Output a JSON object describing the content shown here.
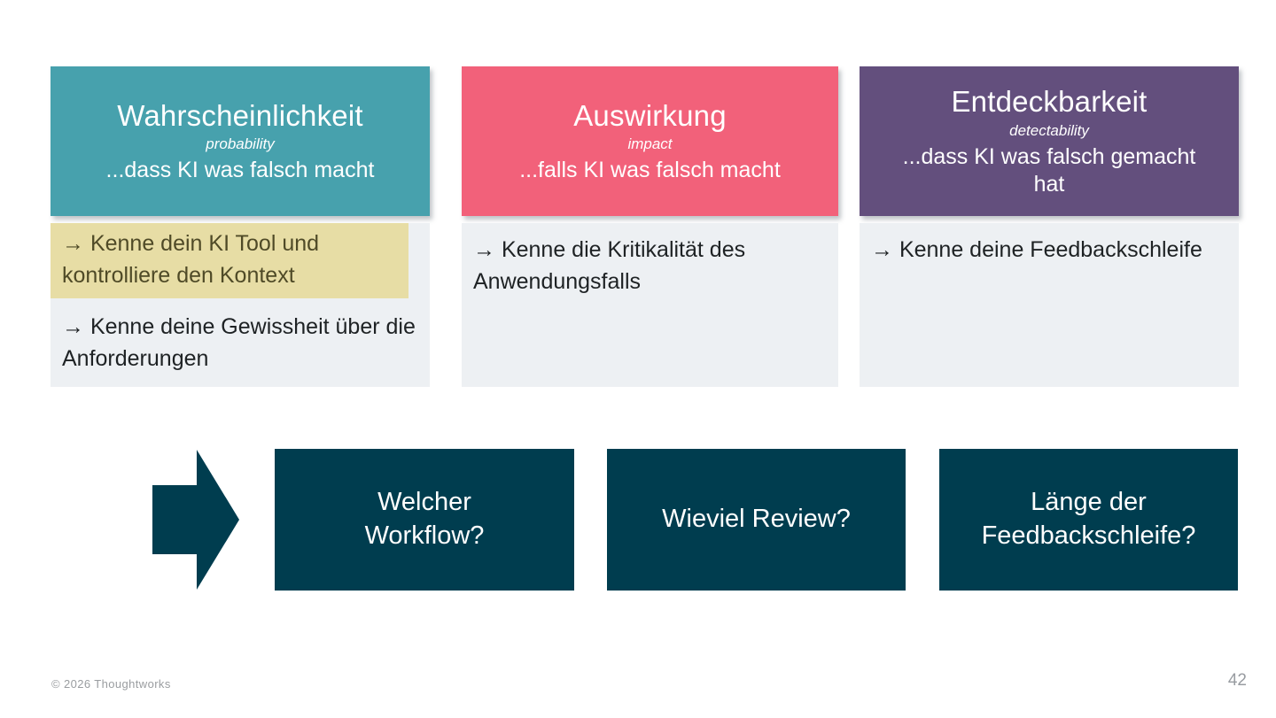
{
  "colors": {
    "header_probability": "#47a1ad",
    "header_impact": "#f2617a",
    "header_detectability": "#634f7d",
    "body_background": "#edf0f3",
    "highlight_background": "#e7dda5",
    "highlight_text": "#4f4a27",
    "dark_teal": "#003d4f"
  },
  "columns": [
    {
      "title": "Wahrscheinlichkeit",
      "subtitle": "probability",
      "tagline": "...dass KI was falsch macht",
      "items": [
        {
          "text": "→ Kenne dein KI Tool und kontrolliere den Kontext",
          "highlighted": true
        },
        {
          "text": "→ Kenne deine Gewissheit über die Anforderungen",
          "highlighted": false
        }
      ]
    },
    {
      "title": "Auswirkung",
      "subtitle": "impact",
      "tagline": "...falls KI was falsch macht",
      "items": [
        {
          "text": "→ Kenne die Kritikalität des Anwendungsfalls",
          "highlighted": false
        }
      ]
    },
    {
      "title": "Entdeckbarkeit",
      "subtitle": "detectability",
      "tagline": "...dass KI was falsch gemacht hat",
      "items": [
        {
          "text": "→ Kenne deine Feedbackschleife",
          "highlighted": false
        }
      ]
    }
  ],
  "questions": [
    {
      "label": "Welcher\nWorkflow?"
    },
    {
      "label": "Wieviel Review?"
    },
    {
      "label": "Länge der\nFeedbackschleife?"
    }
  ],
  "footer": {
    "copyright": "© 2026 Thoughtworks",
    "page_number": "42"
  }
}
